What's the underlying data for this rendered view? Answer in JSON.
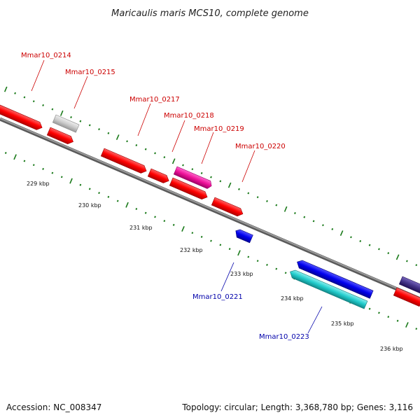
{
  "title": "Maricaulis maris MCS10, complete genome",
  "footer": {
    "accession": "Accession: NC_008347",
    "summary": "Topology: circular; Length: 3,368,780 bp; Genes: 3,116"
  },
  "colors": {
    "forward_label": "#cc0000",
    "reverse_label": "#0000aa",
    "tick": "#1a7a1a",
    "backbone": "#808080",
    "gene_red": "#ff0000",
    "gene_gray": "#cccccc",
    "gene_magenta": "#ee1199",
    "gene_blue": "#0000ee",
    "gene_cyan": "#22cccc",
    "gene_slate": "#443388"
  },
  "ticks": {
    "labels": [
      "229 kbp",
      "230 kbp",
      "231 kbp",
      "232 kbp",
      "233 kbp",
      "234 kbp",
      "235 kbp",
      "236 kbp"
    ]
  },
  "genes": {
    "labeled": [
      {
        "id": "Mmar10_0214",
        "strand": "forward"
      },
      {
        "id": "Mmar10_0215",
        "strand": "forward"
      },
      {
        "id": "Mmar10_0217",
        "strand": "forward"
      },
      {
        "id": "Mmar10_0218",
        "strand": "forward"
      },
      {
        "id": "Mmar10_0219",
        "strand": "forward"
      },
      {
        "id": "Mmar10_0220",
        "strand": "forward"
      },
      {
        "id": "Mmar10_0221",
        "strand": "reverse"
      },
      {
        "id": "Mmar10_0223",
        "strand": "reverse"
      }
    ]
  }
}
